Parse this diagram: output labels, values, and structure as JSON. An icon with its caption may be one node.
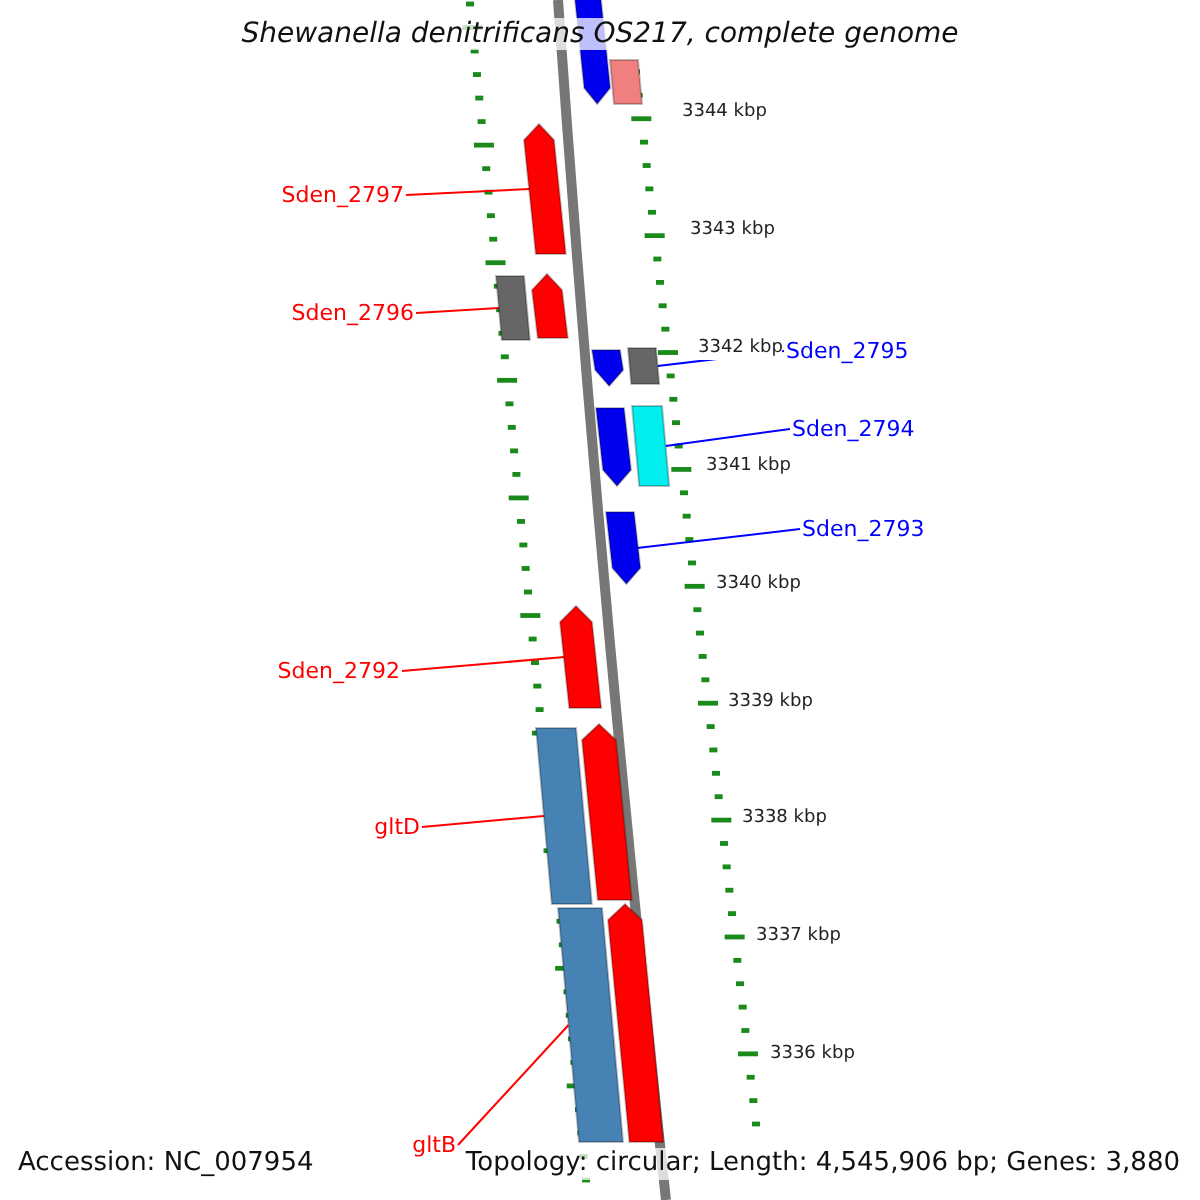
{
  "diagram": {
    "title": "Shewanella denitrificans OS217, complete genome",
    "nodes": [
      {
        "text": [
          "Sden_2797"
        ]
      },
      {
        "text": [],
        "shape": "arrow"
      },
      {
        "text": [
          "Sden_2796"
        ]
      },
      {
        "text": [],
        "shape": "box"
      },
      {
        "text": [
          "Sden_2795"
        ]
      },
      {
        "text": [],
        "shape": "box"
      },
      {
        "text": [
          "Sden_2794"
        ]
      },
      {
        "text": [],
        "shape": "box"
      },
      {
        "text": [
          "Sden_2793"
        ]
      },
      {
        "text": [],
        "shape": "arrow"
      },
      {
        "text": [
          "Sden_2792"
        ]
      },
      {
        "text": [],
        "shape": "arrow"
      },
      {
        "text": [
          "gltD"
        ]
      },
      {
        "text": [],
        "shape": "box"
      },
      {
        "text": [
          "gltB"
        ]
      },
      {
        "text": [],
        "shape": "box"
      },
      {
        "text": [],
        "shape": "arrow"
      },
      {
        "text": [],
        "shape": "box"
      },
      {
        "text": [],
        "shape": "arrow"
      },
      {
        "text": [],
        "shape": "arrow"
      },
      {
        "text": [],
        "shape": "arrow"
      },
      {
        "text": [],
        "shape": "arrow"
      },
      {
        "text": [],
        "shape": "arrow"
      }
    ],
    "edges": [
      {
        "from": 0,
        "to": 1,
        "arrow": "none"
      },
      {
        "from": 2,
        "to": 3,
        "arrow": "none"
      },
      {
        "from": 4,
        "to": 5,
        "arrow": "none",
        "color": "#0000ff"
      },
      {
        "from": 6,
        "to": 7,
        "arrow": "none",
        "color": "#0000ff"
      },
      {
        "from": 8,
        "to": 9,
        "arrow": "none",
        "color": "#0000ff"
      },
      {
        "from": 10,
        "to": 11,
        "arrow": "none"
      },
      {
        "from": 12,
        "to": 13,
        "arrow": "none"
      },
      {
        "from": 14,
        "to": 15,
        "arrow": "none"
      }
    ],
    "labels": [
      "3344 kbp",
      "3343 kbp",
      "3342 kbp",
      "3341 kbp",
      "3340 kbp",
      "3339 kbp",
      "3338 kbp",
      "3337 kbp",
      "3336 kbp",
      "Accession: NC_007954",
      "Topology: circular; Length: 4,545,906 bp; Genes: 3,880"
    ]
  }
}
